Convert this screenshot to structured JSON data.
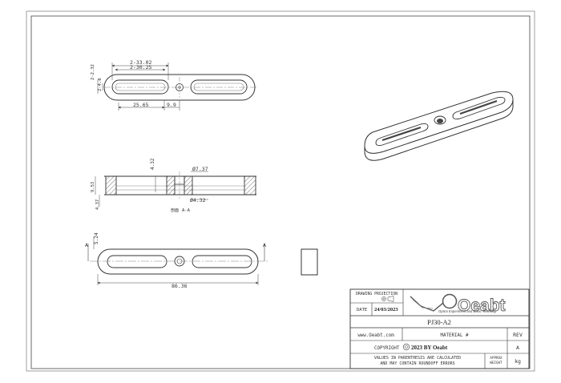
{
  "drawing": {
    "top_view": {
      "dims": {
        "slot_outer": "2-33.02",
        "slot_inner": "2-30.25",
        "v1": "2-2.32",
        "v2": "2-4.8",
        "pos": "25.65",
        "half": "9.9"
      }
    },
    "section_view": {
      "dims": {
        "cbore_depth": "4.32",
        "cbore_dia": "Ø7.37",
        "thread_dia": "Ø4.32",
        "thick1": "9.53",
        "thick2": "4.37"
      },
      "label_prefix": "剖面",
      "label": "A-A"
    },
    "front_view": {
      "dims": {
        "height": "5.24",
        "length": "86.36"
      },
      "cut_left": "A",
      "cut_right": "A"
    }
  },
  "title_block": {
    "projection_label": "DRAWING PROJECTION",
    "date_label": "DATE",
    "date_value": "24/03/2023",
    "logo_text": "Oeabt",
    "logo_tagline": "Optics Experiment and Basic Teaching",
    "part_number": "PJ30-A2",
    "website": "www.Oeabt.com",
    "material_label": "MATERIAL #",
    "rev_label": "REV",
    "rev_value": "A",
    "copyright_label": "COPYRIGHT",
    "copyright_value": "2023 BY Oeabt",
    "note_line1": "VALUES IN PARENTHESIS ARE CALCULATED",
    "note_line2": "AND MAY CONTAIN ROUNDOFF ERRORS",
    "approx_weight_label1": "APPROX",
    "approx_weight_label2": "WEIGHT",
    "weight_unit": "kg"
  }
}
